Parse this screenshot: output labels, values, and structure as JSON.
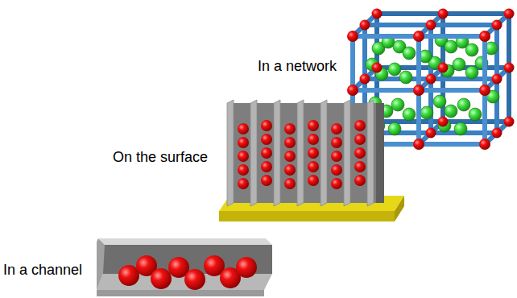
{
  "diagram": {
    "labels": [
      "In a network",
      "On the surface",
      "In a channel"
    ]
  }
}
